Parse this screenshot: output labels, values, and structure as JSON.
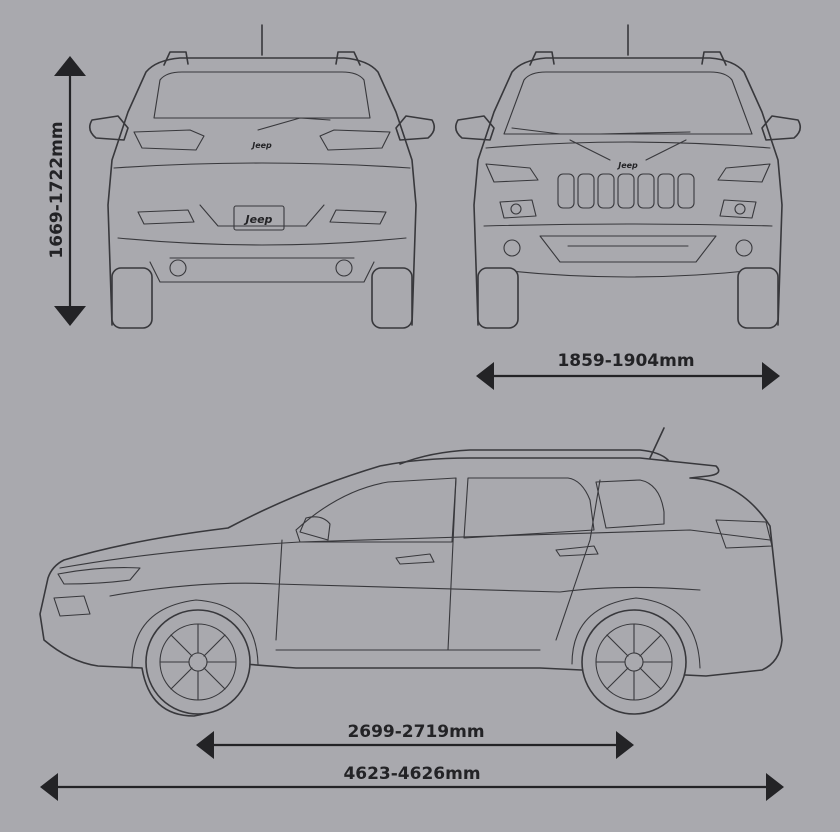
{
  "dimensions": {
    "height": "1669-1722mm",
    "width": "1859-1904mm",
    "wheelbase": "2699-2719mm",
    "length": "4623-4626mm"
  },
  "badges": {
    "rear": "Jeep",
    "rear_plate": "Jeep",
    "front": "Jeep"
  },
  "colors": {
    "background": "#a9a9ae",
    "line": "#38383c",
    "text": "#232326"
  }
}
